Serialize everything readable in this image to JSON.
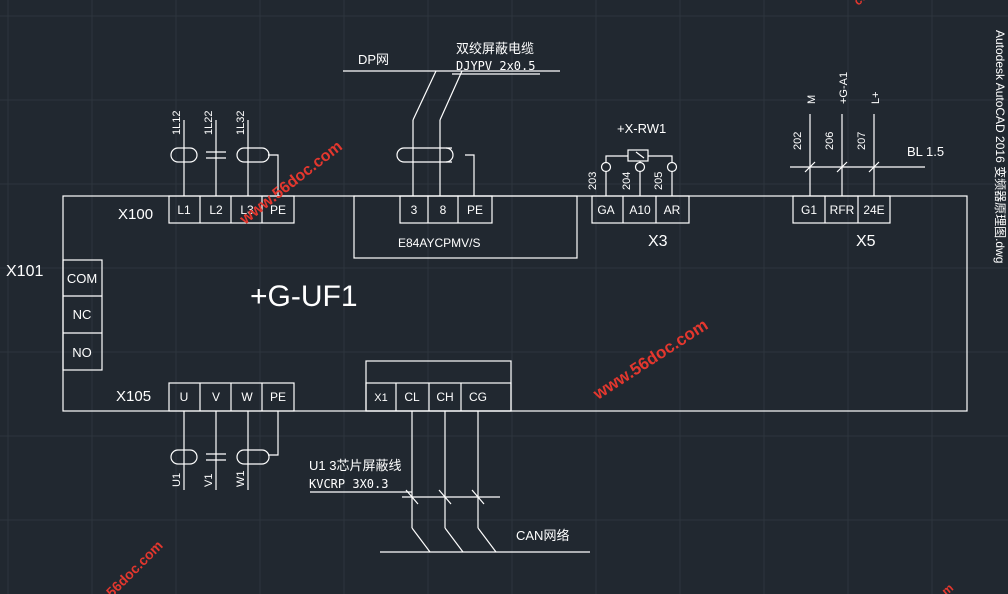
{
  "colors": {
    "background": "#212830",
    "grid": "#2d353e",
    "line": "#ffffff",
    "watermark": "#e3372e"
  },
  "side_title": "Autodesk AutoCAD 2016    变频器原理图.dwg",
  "device": {
    "main_label": "+G-UF1",
    "x101_label": "X101",
    "x101_terminals": [
      "COM",
      "NC",
      "NO"
    ],
    "x100_label": "X100",
    "x100_terminals": [
      "L1",
      "L2",
      "L3",
      "PE"
    ],
    "x100_wires": [
      "1L12",
      "1L22",
      "1L32"
    ],
    "module_name": "E84AYCPMV/S",
    "module_terminals": [
      "3",
      "8",
      "PE"
    ],
    "dp_label": "DP网",
    "cable_label": "双绞屏蔽电缆",
    "cable_code": "DJYPV 2x0.5",
    "x3_label": "X3",
    "x3_terminals": [
      "GA",
      "A10",
      "AR"
    ],
    "x3_wires": [
      "203",
      "204",
      "205"
    ],
    "rw_label": "+X-RW1",
    "x5_label": "X5",
    "x5_terminals": [
      "G1",
      "RFR",
      "24E"
    ],
    "x5_wires": [
      "202",
      "206",
      "207"
    ],
    "x5_signals": [
      "M",
      "+G-A1",
      "L+"
    ],
    "bl_label": "BL 1.5",
    "x105_label": "X105",
    "x105_terminals": [
      "U",
      "V",
      "W",
      "PE"
    ],
    "x105_wires": [
      "U1",
      "V1",
      "W1"
    ],
    "can_terminals": [
      "X1",
      "CL",
      "CH",
      "CG"
    ],
    "u1_cable_label": "U1 3芯片屏蔽线",
    "u1_cable_code": "KVCRP 3X0.3",
    "can_label": "CAN网络"
  },
  "watermarks": [
    "www.56doc.com",
    "www.56doc.com",
    "56doc.com",
    "com",
    "m"
  ]
}
